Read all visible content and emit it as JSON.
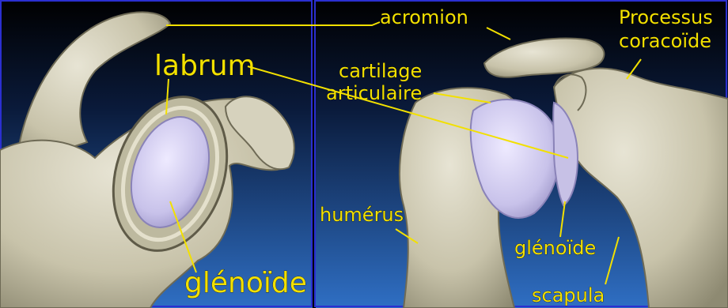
{
  "colors": {
    "label": "#f2e000",
    "frame": "#2b2fd0",
    "bg_top": "#000000",
    "bg_bottom": "#2f6fc4",
    "bone": "#cfcbb6",
    "cartilage": "#c9c5e6"
  },
  "left_panel": {
    "labels": {
      "labrum": "labrum",
      "glenoide": "glénoïde"
    }
  },
  "right_panel": {
    "labels": {
      "acromion": "acromion",
      "processus": "Processus",
      "coracoide": "coracoïde",
      "cartilage_line1": "cartilage",
      "cartilage_line2": "articulaire",
      "humerus": "humérus",
      "glenoide": "glénoïde",
      "scapula": "scapula"
    }
  }
}
